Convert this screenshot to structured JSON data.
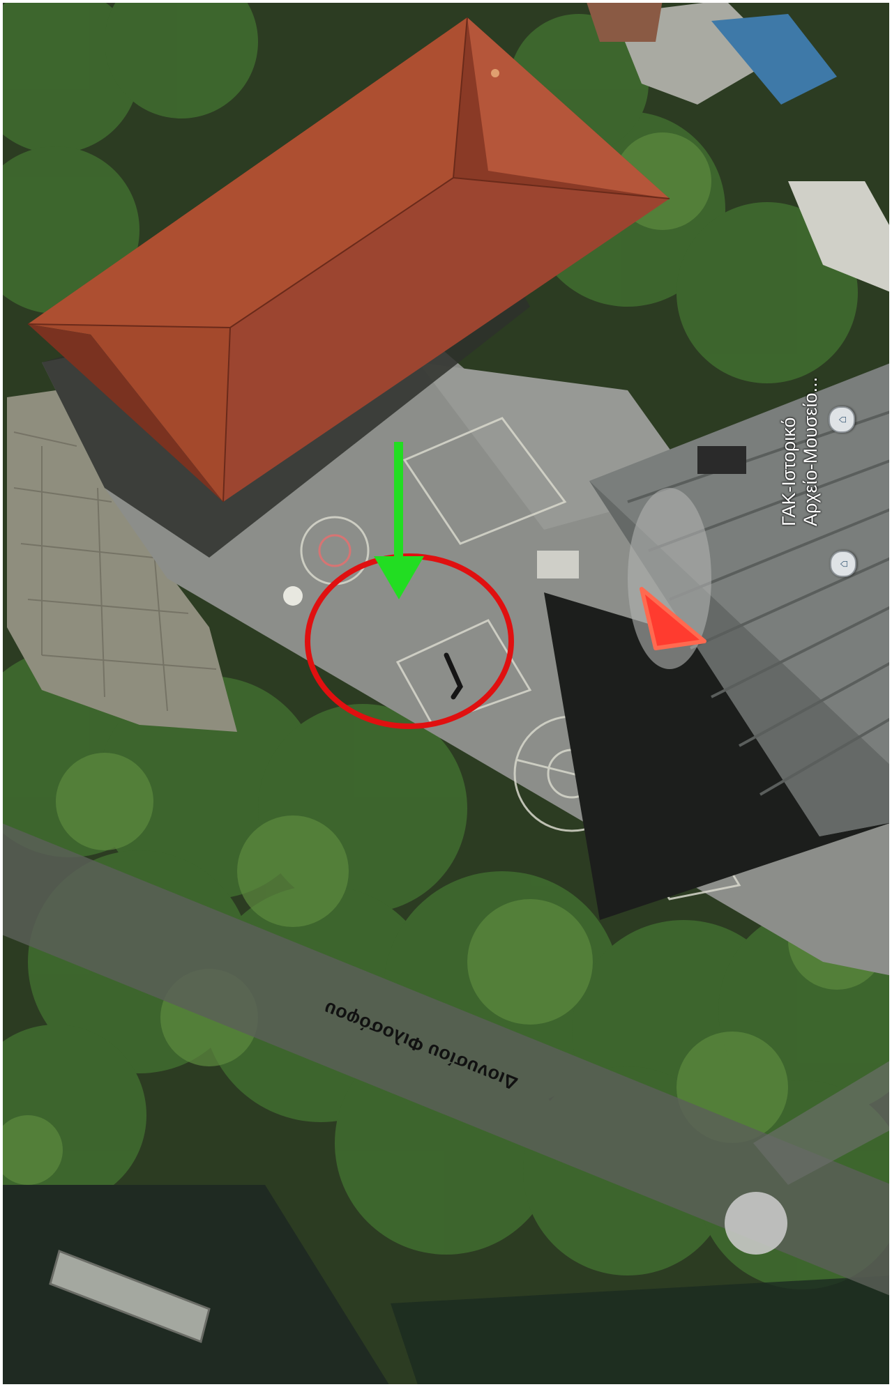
{
  "map": {
    "view": "satellite",
    "street_label": "Διονυσίου Φιλοσόφου",
    "pois": [
      {
        "id": "museum-1",
        "name_line1": "ΓΑΚ-Ιστορικό",
        "name_line2": "Αρχείο-Μουσείο...",
        "icon": "museum-icon"
      },
      {
        "id": "museum-2",
        "name_line1": "",
        "name_line2": "",
        "icon": "museum-icon"
      }
    ],
    "annotations": {
      "arrow_color": "#22dd22",
      "circle_color": "#e01010",
      "marker_color": "#ff3b2f"
    }
  }
}
